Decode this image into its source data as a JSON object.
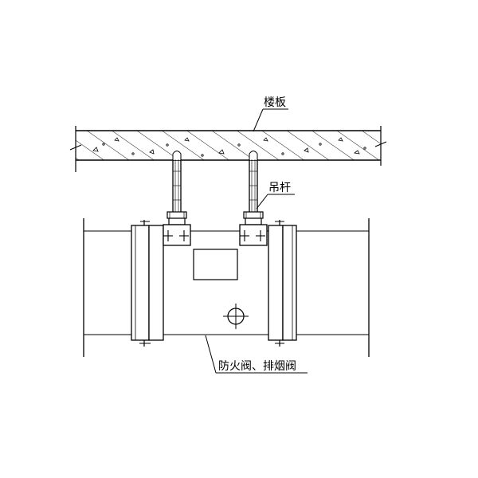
{
  "labels": {
    "floor_slab": "楼板",
    "hanger_rod": "吊杆",
    "valve": "防火阀、排烟阀"
  },
  "colors": {
    "line": "#000000",
    "background": "#ffffff"
  }
}
